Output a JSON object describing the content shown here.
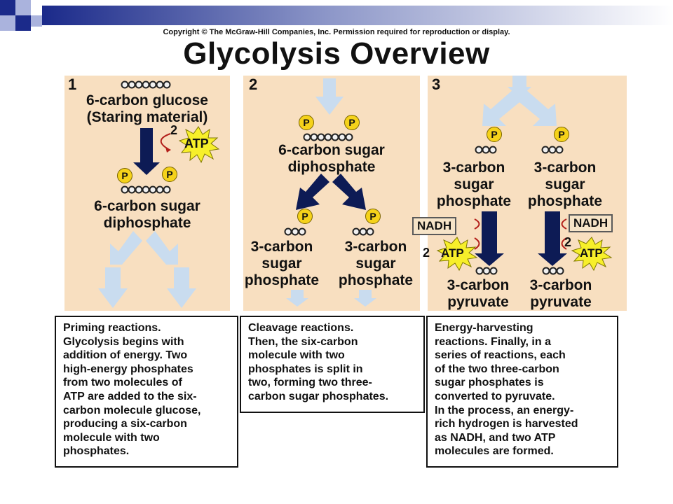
{
  "copyright": "Copyright © The McGraw-Hill Companies, Inc. Permission required for reproduction or display.",
  "title": "Glycolysis Overview",
  "colors": {
    "panel": "#f8dfc0",
    "arrow_dark": "#0d1b55",
    "arrow_light": "#c9dcef",
    "phosphate": "#f5d21a",
    "atp_burst": "#f7ef2a"
  },
  "panel1": {
    "number": "1",
    "glucose_line1": "6-carbon glucose",
    "glucose_line2": "(Staring material)",
    "atp_count": "2",
    "atp": "ATP",
    "phosphate": "P",
    "product_line1": "6-carbon sugar",
    "product_line2": "diphosphate",
    "description": "Priming reactions.\nGlycolysis begins with\naddition of energy. Two\nhigh-energy phosphates\nfrom two molecules of\nATP are added to the six-\ncarbon molecule glucose,\nproducing a  six-carbon\nmolecule with two\nphosphates."
  },
  "panel2": {
    "number": "2",
    "phosphate": "P",
    "input_line1": "6-carbon sugar",
    "input_line2": "diphosphate",
    "left_line1": "3-carbon",
    "left_line2": "sugar",
    "left_line3": "phosphate",
    "right_line1": "3-carbon",
    "right_line2": "sugar",
    "right_line3": "phosphate",
    "description": "Cleavage reactions.\nThen, the six-carbon\nmolecule with two\nphosphates is split in\ntwo,  forming two three-\ncarbon sugar phosphates."
  },
  "panel3": {
    "number": "3",
    "phosphate": "P",
    "left_line1": "3-carbon",
    "left_line2": "sugar",
    "left_line3": "phosphate",
    "right_line1": "3-carbon",
    "right_line2": "sugar",
    "right_line3": "phosphate",
    "nadh": "NADH",
    "atp_count": "2",
    "atp": "ATP",
    "pyruvate_left1": "3-carbon",
    "pyruvate_left2": "pyruvate",
    "pyruvate_right1": "3-carbon",
    "pyruvate_right2": "pyruvate",
    "description": "Energy-harvesting\nreactions.  Finally, in a\nseries of reactions, each\nof the two three-carbon\nsugar phosphates is\nconverted  to pyruvate.\nIn the process, an energy-\nrich hydrogen is harvested\nas NADH, and two ATP\nmolecules are formed."
  }
}
